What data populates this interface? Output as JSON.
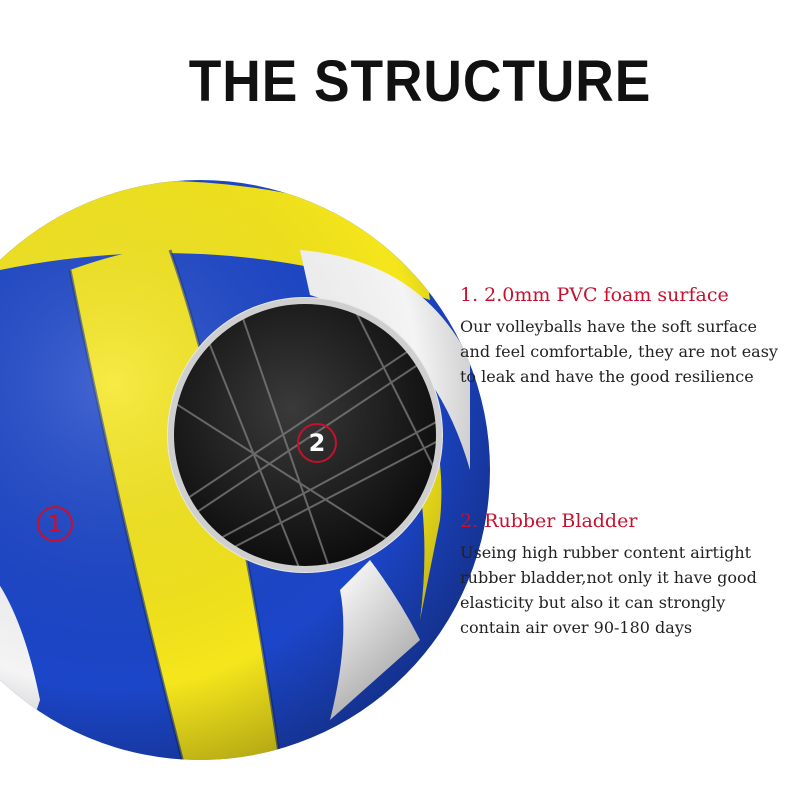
{
  "title": "THE STRUCTURE",
  "colors": {
    "accent_red": "#c8102e",
    "ball_blue": "#1c46c9",
    "ball_yellow": "#f5e61c",
    "ball_white": "#f4f4f4",
    "foam_dark": "#111111"
  },
  "markers": [
    {
      "label": "1"
    },
    {
      "label": "2"
    }
  ],
  "features": [
    {
      "heading": "1. 2.0mm PVC foam surface",
      "description": "Our volleyballs have the soft surface and feel comfortable, they are not easy to leak and have the good resilience"
    },
    {
      "heading": "2. Rubber Bladder",
      "description": "Useing high rubber content airtight rubber bladder,not only it have good elasticity but also it can strongly contain air over 90-180 days"
    }
  ]
}
